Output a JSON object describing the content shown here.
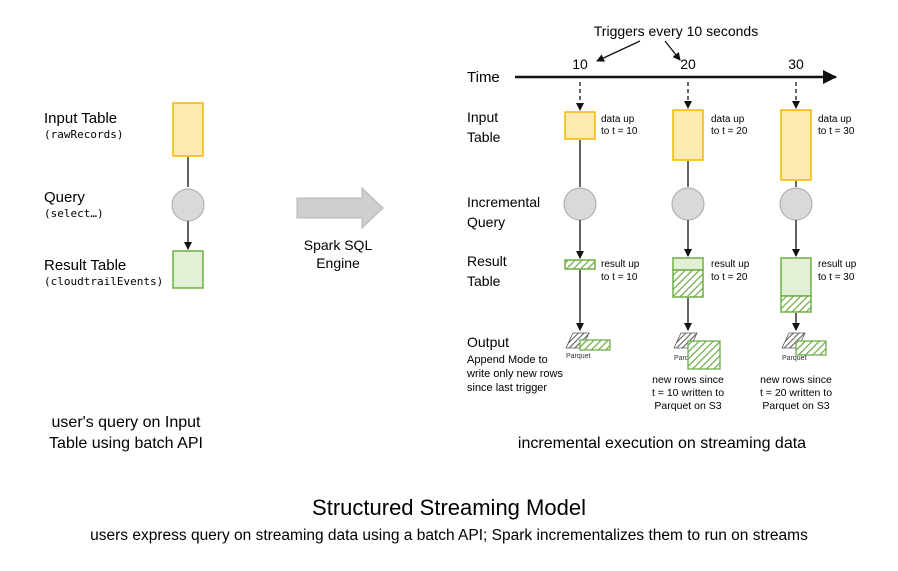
{
  "left_panel": {
    "input_table": {
      "label": "Input Table",
      "name": "(rawRecords)"
    },
    "query": {
      "label": "Query",
      "name": "(select…)"
    },
    "result_table": {
      "label": "Result Table",
      "name": "(cloudtrailEvents)"
    },
    "caption_line1": "user's query on Input",
    "caption_line2": "Table using batch API"
  },
  "engine": {
    "line1": "Spark SQL",
    "line2": "Engine"
  },
  "timeline": {
    "triggers_label": "Triggers every 10 seconds",
    "time_label": "Time",
    "ticks": [
      "10",
      "20",
      "30"
    ]
  },
  "row_labels": {
    "input_line1": "Input",
    "input_line2": "Table",
    "query_line1": "Incremental",
    "query_line2": "Query",
    "result_line1": "Result",
    "result_line2": "Table",
    "output": "Output",
    "append_line1": "Append Mode to",
    "append_line2": "write only new rows",
    "append_line3": "since last trigger"
  },
  "columns": [
    {
      "data_line1": "data up",
      "data_line2": "to t = 10",
      "result_line1": "result up",
      "result_line2": "to t = 10",
      "parquet": "Parquet"
    },
    {
      "data_line1": "data up",
      "data_line2": "to t = 20",
      "result_line1": "result up",
      "result_line2": "to t = 20",
      "parquet": "Parq",
      "note_line1": "new rows since",
      "note_line2": "t = 10 written to",
      "note_line3": "Parquet on S3"
    },
    {
      "data_line1": "data up",
      "data_line2": "to t = 30",
      "result_line1": "result up",
      "result_line2": "to t = 30",
      "parquet": "Parquet",
      "note_line1": "new rows since",
      "note_line2": "t = 20 written to",
      "note_line3": "Parquet on S3"
    }
  ],
  "right_caption": "incremental execution on streaming data",
  "footer": {
    "title": "Structured Streaming Model",
    "subtitle": "users express query on streaming data using a batch API; Spark incrementalizes them to run on streams"
  },
  "colors": {
    "yellow_fill": "#fdeab0",
    "yellow_stroke": "#f5b800",
    "green_fill": "#e2f0d6",
    "green_stroke": "#70ad47",
    "gray_fill": "#d9d9d9",
    "gray_stroke": "#a6a6a6"
  }
}
